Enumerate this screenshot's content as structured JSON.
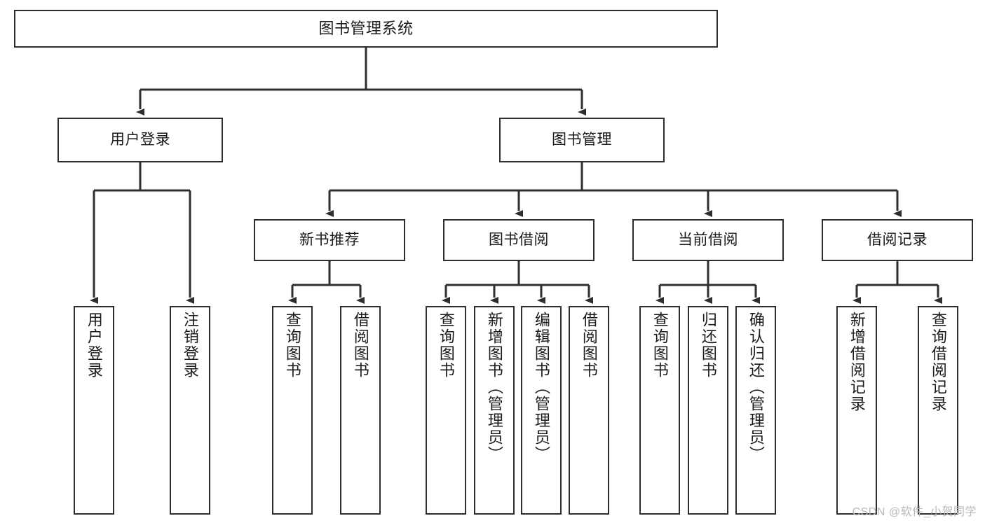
{
  "diagram": {
    "title": "图书管理系统",
    "type": "tree",
    "watermark": "CSDN @软件_小贺同学",
    "colors": {
      "box_border": "#2e2e2e",
      "box_fill": "#ffffff",
      "connector": "#2e2e2e",
      "text": "#1a1a1a",
      "watermark": "#b8b8b8",
      "background": "#ffffff"
    },
    "levels": {
      "root": {
        "label": "图书管理系统"
      },
      "level2": [
        {
          "label": "用户登录"
        },
        {
          "label": "图书管理"
        }
      ],
      "level3": [
        {
          "label": "新书推荐",
          "parent": "图书管理"
        },
        {
          "label": "图书借阅",
          "parent": "图书管理"
        },
        {
          "label": "当前借阅",
          "parent": "图书管理"
        },
        {
          "label": "借阅记录",
          "parent": "图书管理"
        }
      ],
      "leaves": [
        {
          "label": "用户登录",
          "parent": "用户登录"
        },
        {
          "label": "注销登录",
          "parent": "用户登录"
        },
        {
          "label": "查询图书",
          "parent": "新书推荐"
        },
        {
          "label": "借阅图书",
          "parent": "新书推荐"
        },
        {
          "label": "查询图书",
          "parent": "图书借阅"
        },
        {
          "label": "新增图书（管理员）",
          "parent": "图书借阅"
        },
        {
          "label": "编辑图书（管理员）",
          "parent": "图书借阅"
        },
        {
          "label": "借阅图书",
          "parent": "图书借阅"
        },
        {
          "label": "查询图书",
          "parent": "当前借阅"
        },
        {
          "label": "归还图书",
          "parent": "当前借阅"
        },
        {
          "label": "确认归还（管理员）",
          "parent": "当前借阅"
        },
        {
          "label": "新增借阅记录",
          "parent": "借阅记录"
        },
        {
          "label": "查询借阅记录",
          "parent": "借阅记录"
        }
      ]
    }
  }
}
